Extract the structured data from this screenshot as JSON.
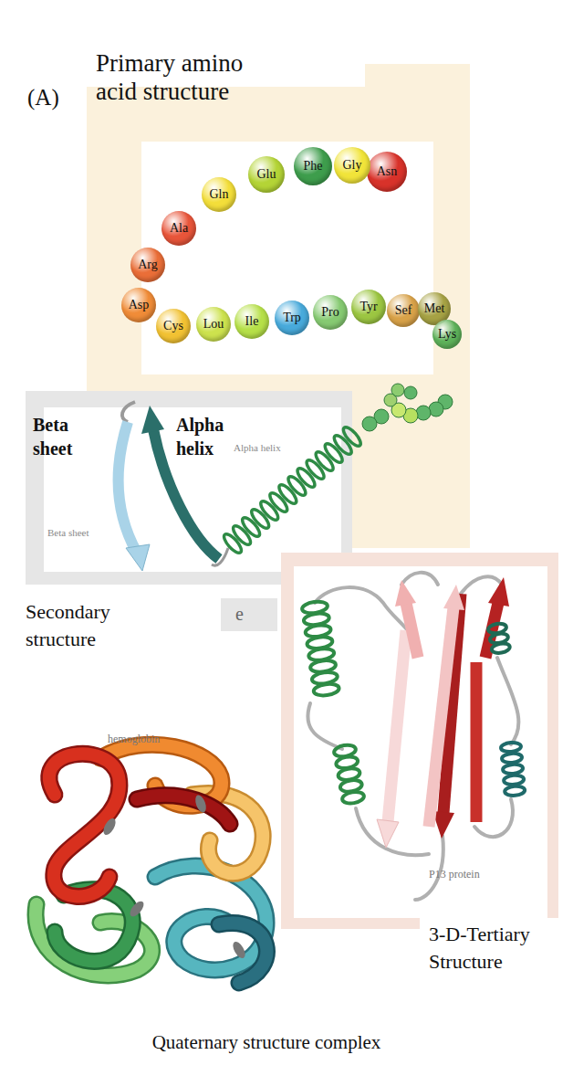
{
  "diagram": {
    "caption": "Quaternary structure complex",
    "nodes": [
      {
        "text": [
          "Primary amino acid structure"
        ]
      },
      {
        "text": [
          "Asn"
        ],
        "in": 0
      },
      {
        "text": [
          "Gly"
        ],
        "in": 0
      },
      {
        "text": [
          "Phe"
        ],
        "in": 0
      },
      {
        "text": [
          "Glu"
        ],
        "in": 0
      },
      {
        "text": [
          "Gln"
        ],
        "in": 0
      },
      {
        "text": [
          "Ala"
        ],
        "in": 0
      },
      {
        "text": [
          "Arg"
        ],
        "in": 0
      },
      {
        "text": [
          "Asp"
        ],
        "in": 0
      },
      {
        "text": [
          "Cys"
        ],
        "in": 0
      },
      {
        "text": [
          "Lou"
        ],
        "in": 0
      },
      {
        "text": [
          "Ile"
        ],
        "in": 0
      },
      {
        "text": [
          "Trp"
        ],
        "in": 0
      },
      {
        "text": [
          "Pro"
        ],
        "in": 0
      },
      {
        "text": [
          "Tyr"
        ],
        "in": 0
      },
      {
        "text": [
          "Sef"
        ],
        "in": 0
      },
      {
        "text": [
          "Met"
        ],
        "in": 0
      },
      {
        "text": [
          "Lys"
        ],
        "in": 0
      }
    ],
    "labels": [
      "(A)",
      "Beta sheet",
      "Alpha helix",
      "Alpha helix",
      "Beta sheet",
      "e",
      "Secondary structure",
      "hemoglobin",
      "P13 protein",
      "3-D-Tertiary Structure"
    ]
  }
}
